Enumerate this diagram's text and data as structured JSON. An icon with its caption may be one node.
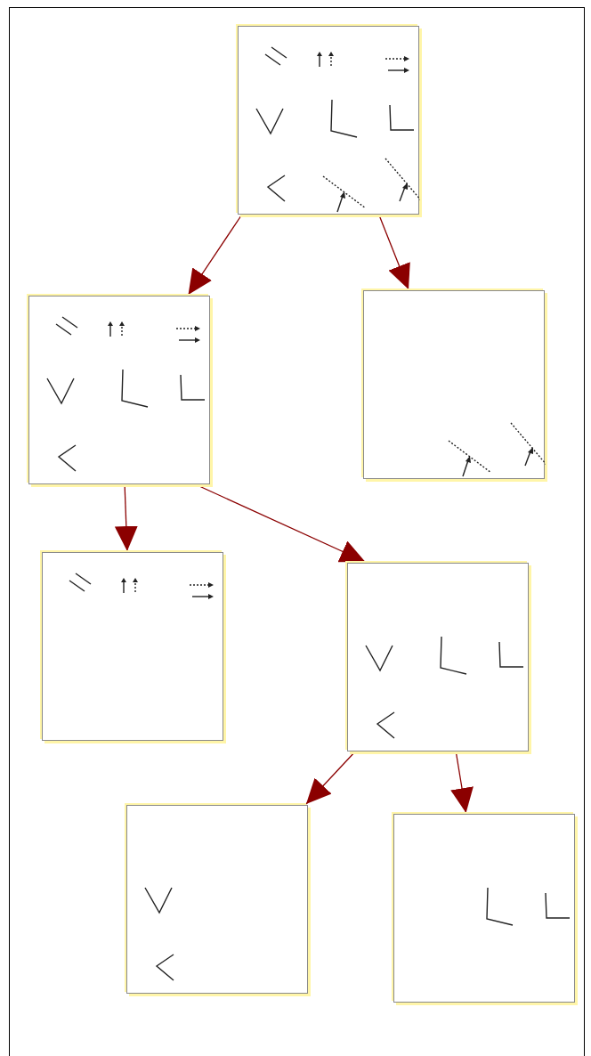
{
  "diagram": {
    "nodes": [
      {
        "text": [],
        "shape": "picture"
      },
      {
        "text": [],
        "shape": "picture"
      },
      {
        "text": [],
        "shape": "picture"
      },
      {
        "text": [],
        "shape": "picture"
      },
      {
        "text": [],
        "shape": "picture"
      },
      {
        "text": [],
        "shape": "picture"
      },
      {
        "text": [],
        "shape": "picture"
      }
    ],
    "edges": [
      {
        "from": 0,
        "to": 1,
        "arrow": "to"
      },
      {
        "from": 0,
        "to": 2,
        "arrow": "to"
      },
      {
        "from": 1,
        "to": 3,
        "arrow": "to"
      },
      {
        "from": 1,
        "to": 4,
        "arrow": "to"
      },
      {
        "from": 4,
        "to": 5,
        "arrow": "to"
      },
      {
        "from": 4,
        "to": 6,
        "arrow": "to"
      }
    ]
  }
}
